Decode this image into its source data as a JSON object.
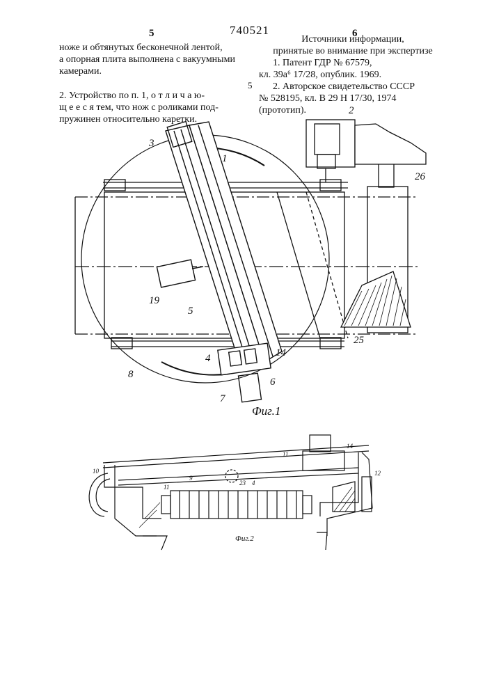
{
  "header": {
    "left_col_num": "5",
    "patent_number": "740521",
    "right_col_num": "6"
  },
  "left_column": {
    "p1": [
      "ноже  и обтянутых бесконечной лентой,",
      "а опорная плита выполнена с вакуумными",
      "камерами."
    ],
    "p2": [
      "2. Устройство по п. 1, о т л и ч а ю-",
      "щ е е с я тем, что нож с роликами под-",
      "пружинен относительно каретки."
    ],
    "line_number": "5"
  },
  "right_column": {
    "heading": [
      "Источники информации,",
      "принятые во внимание при экспертизе"
    ],
    "refs": [
      "1. Патент ГДР № 67579,",
      "кл. 39а⁶ 17/28, опублик. 1969.",
      "2. Авторское свидетельство СССР",
      "№ 528195, кл. В 29 Н 17/30, 1974",
      "(прототип)."
    ]
  },
  "figure1": {
    "caption": "Фиг.1",
    "labels": {
      "l1": "1",
      "l2": "2",
      "l3": "3",
      "l4": "4",
      "l5": "5",
      "l6": "6",
      "l7": "7",
      "l8": "8",
      "l14": "14",
      "l19": "19",
      "l25": "25",
      "l26": "26"
    }
  },
  "figure2": {
    "caption": "Фиг.2",
    "labels": {
      "a": "11",
      "b": "14",
      "c": "10",
      "d": "9",
      "e": "11",
      "f": "23",
      "g": "4",
      "h": "12"
    }
  }
}
